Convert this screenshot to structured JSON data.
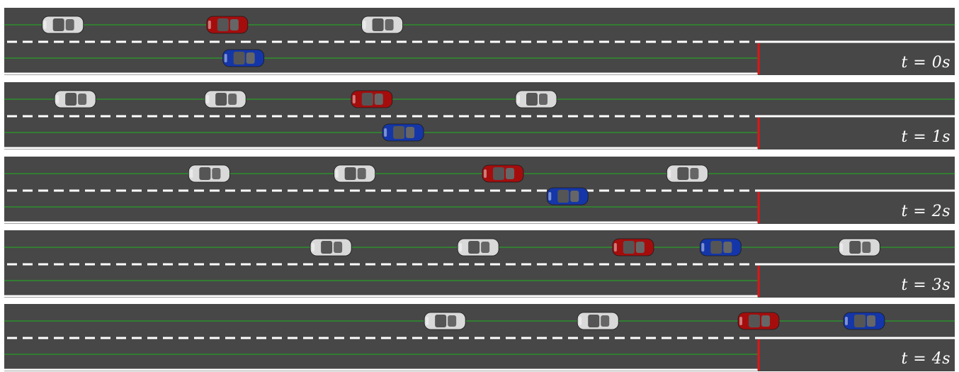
{
  "colors": {
    "road": "#474747",
    "road_edge": "#ffffff",
    "lane_center": "#1fb31f",
    "stop_line": "#e01515",
    "car_white": "#d9d9d9",
    "car_red": "#a50d0d",
    "car_blue": "#1436a8",
    "window": "#555555"
  },
  "icons": {
    "car": "car-topdown-icon"
  },
  "panels": [
    {
      "label": "t = 0s",
      "cars": [
        {
          "color": "white",
          "lane": "upper",
          "x": 0.04
        },
        {
          "color": "red",
          "lane": "upper",
          "x": 0.213
        },
        {
          "color": "white",
          "lane": "upper",
          "x": 0.376
        },
        {
          "color": "blue",
          "lane": "lower",
          "x": 0.23
        }
      ]
    },
    {
      "label": "t = 1s",
      "cars": [
        {
          "color": "white",
          "lane": "upper",
          "x": 0.053
        },
        {
          "color": "white",
          "lane": "upper",
          "x": 0.211
        },
        {
          "color": "red",
          "lane": "upper",
          "x": 0.365
        },
        {
          "color": "white",
          "lane": "upper",
          "x": 0.538
        },
        {
          "color": "blue",
          "lane": "lower",
          "x": 0.398
        }
      ]
    },
    {
      "label": "t = 2s",
      "cars": [
        {
          "color": "white",
          "lane": "upper",
          "x": 0.194
        },
        {
          "color": "white",
          "lane": "upper",
          "x": 0.347
        },
        {
          "color": "red",
          "lane": "upper",
          "x": 0.503
        },
        {
          "color": "white",
          "lane": "upper",
          "x": 0.697
        },
        {
          "color": "blue",
          "lane": "middle",
          "x": 0.571
        }
      ]
    },
    {
      "label": "t = 3s",
      "cars": [
        {
          "color": "white",
          "lane": "upper",
          "x": 0.322
        },
        {
          "color": "white",
          "lane": "upper",
          "x": 0.477
        },
        {
          "color": "red",
          "lane": "upper",
          "x": 0.64
        },
        {
          "color": "blue",
          "lane": "upper",
          "x": 0.732
        },
        {
          "color": "white",
          "lane": "upper",
          "x": 0.878
        }
      ]
    },
    {
      "label": "t = 4s",
      "cars": [
        {
          "color": "white",
          "lane": "upper",
          "x": 0.442
        },
        {
          "color": "white",
          "lane": "upper",
          "x": 0.603
        },
        {
          "color": "red",
          "lane": "upper",
          "x": 0.772
        },
        {
          "color": "blue",
          "lane": "upper",
          "x": 0.883
        }
      ]
    }
  ]
}
